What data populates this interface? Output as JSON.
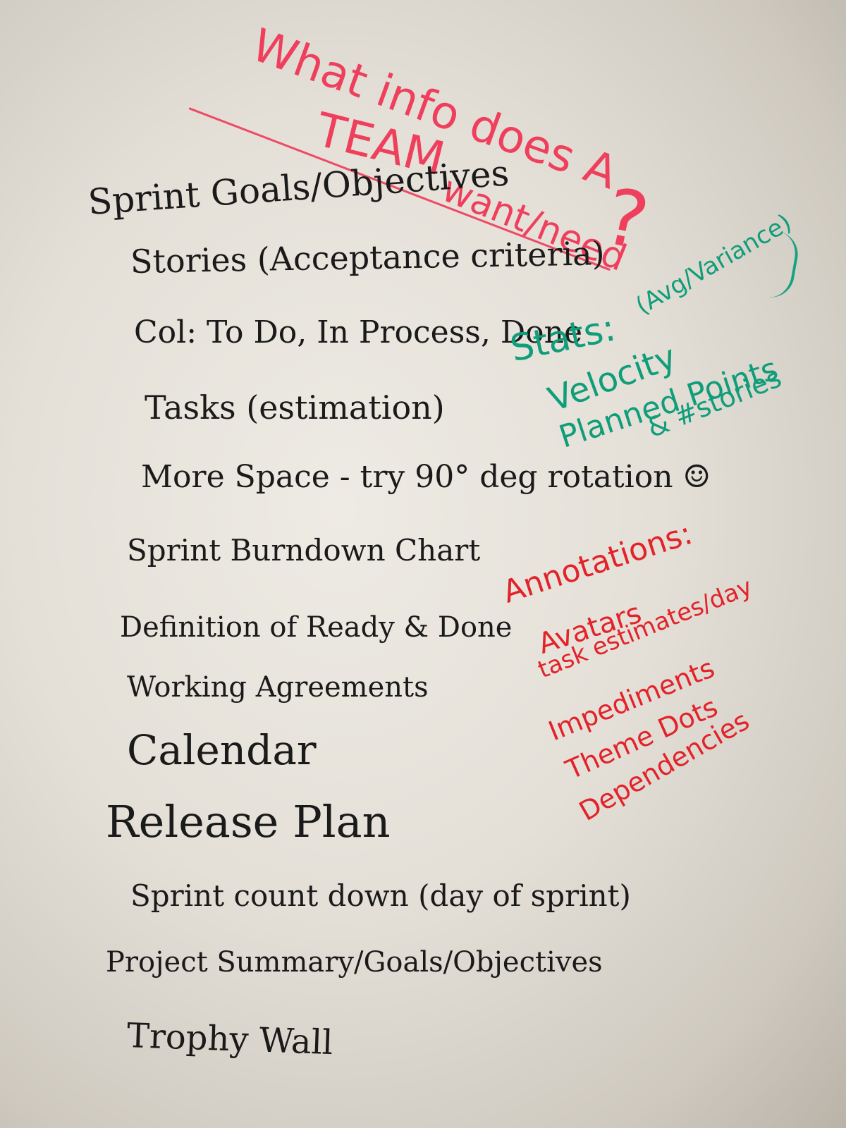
{
  "title": {
    "line1": "What info does A",
    "line2": "TEAM",
    "line3": "want/need",
    "mark": "?"
  },
  "list": [
    "Sprint Goals/Objectives",
    "Stories (Acceptance criteria)",
    "Col: To Do, In Process, Done",
    "Tasks (estimation)",
    "More Space - try 90° deg rotation ☺",
    "Sprint Burndown Chart",
    "Definition of Ready & Done",
    "Working Agreements",
    "Calendar",
    "Release Plan",
    "Sprint count down (day of sprint)",
    "Project Summary/Goals/Objectives",
    "Trophy Wall"
  ],
  "stats": {
    "heading": "Stats:",
    "velocity": "Velocity",
    "avg": "(Avg/Variance)",
    "planned": "Planned Points",
    "stories": "& #stories"
  },
  "annotations": {
    "heading": "Annotations:",
    "items": [
      "Avatars",
      "task estimates/day",
      "Impediments",
      "Theme Dots",
      "Dependencies"
    ]
  },
  "colors": {
    "title_ink": "#ef3f5c",
    "list_ink": "#1b1a1a",
    "stats_ink": "#0f9d7a",
    "annotations_ink": "#e32229",
    "board": "#eeebe4"
  }
}
